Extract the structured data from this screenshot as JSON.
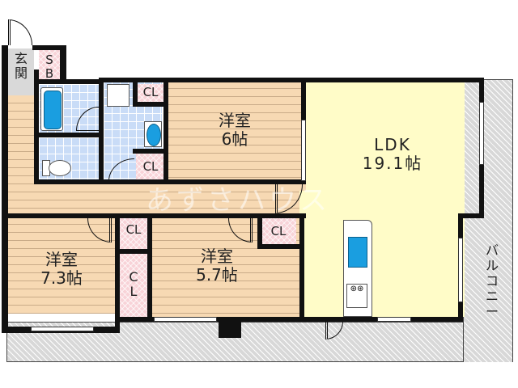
{
  "floorplan": {
    "rooms": {
      "genkan": {
        "label_line1": "玄",
        "label_line2": "関"
      },
      "sb": {
        "label_line1": "S",
        "label_line2": "B"
      },
      "cl_top": {
        "label": "CL"
      },
      "cl_wash": {
        "label": "CL"
      },
      "cl_corr": {
        "label": "CL"
      },
      "cl_57": {
        "label": "CL"
      },
      "cl_73_line1": "C",
      "cl_73_line2": "L",
      "western_6": {
        "name": "洋室",
        "size": "6帖"
      },
      "ldk": {
        "name": "LDK",
        "size": "19.1帖"
      },
      "western_73": {
        "name": "洋室",
        "size": "7.3帖"
      },
      "western_57": {
        "name": "洋室",
        "size": "5.7帖"
      },
      "balcony": {
        "label": "バルコニー"
      }
    },
    "watermark": "あずさハウス",
    "colors": {
      "wood": "#f7d9b3",
      "ldk": "#fffcc8",
      "tile": "#c9dcf7",
      "closet": "#f8d3d8",
      "genkan": "#d9d9d9",
      "balcony": "#d8d8d8",
      "wall": "#111111",
      "fixture_blue": "#1a9ee0"
    }
  }
}
